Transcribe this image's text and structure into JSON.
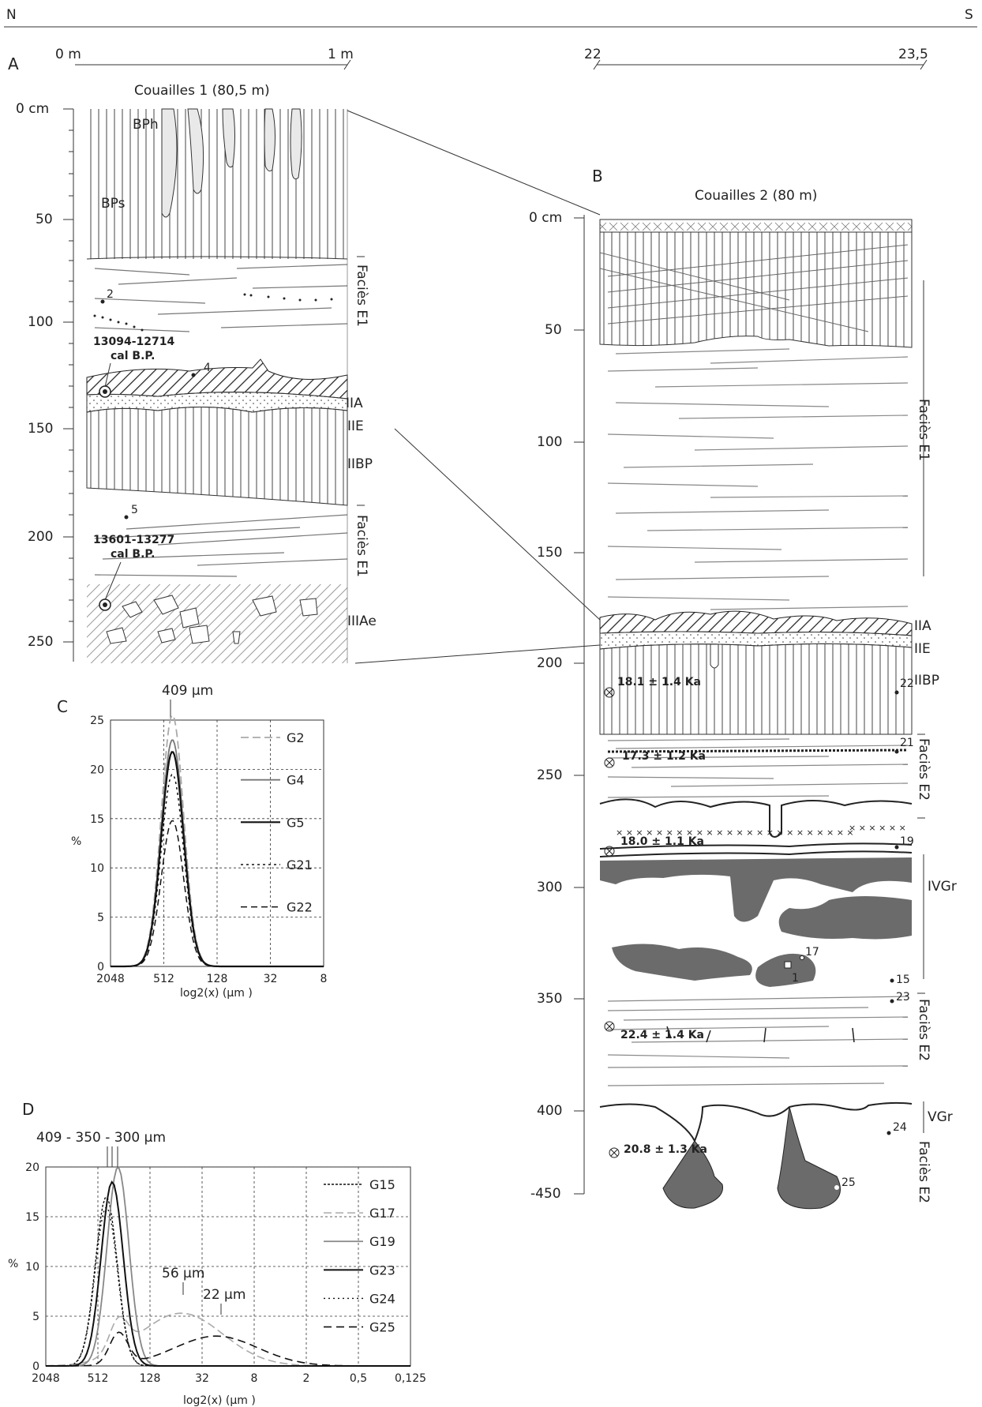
{
  "orientation": {
    "north": "N",
    "south": "S"
  },
  "scale_a": {
    "start": "0 m",
    "end": "1 m"
  },
  "scale_b": {
    "start": "22",
    "end": "23,5"
  },
  "panel_a": {
    "letter": "A",
    "title": "Couailles 1 (80,5 m)",
    "depth_labels": [
      "0 cm",
      "50",
      "100",
      "150",
      "200",
      "250"
    ],
    "layers": {
      "bph": "BPh",
      "bps": "BPs",
      "iia": "IIA",
      "iie": "IIE",
      "iibp": "IIBP",
      "iiiae": "IIIAe"
    },
    "facies_upper": "Faciès E1",
    "facies_lower": "Faciès E1",
    "samples": [
      "2",
      "4",
      "5"
    ],
    "date1": {
      "line1": "13094-12714",
      "line2": "cal B.P."
    },
    "date2": {
      "line1": "13601-13277",
      "line2": "cal B.P."
    }
  },
  "panel_b": {
    "letter": "B",
    "title": "Couailles 2 (80 m)",
    "depth_labels": [
      "0 cm",
      "50",
      "100",
      "150",
      "200",
      "250",
      "300",
      "350",
      "400",
      "-450"
    ],
    "layers": {
      "iia": "IIA",
      "iie": "IIE",
      "iibp": "IIBP",
      "ivgr": "IVGr",
      "vgr": "VGr"
    },
    "facies": [
      "Faciès E1",
      "Faciès E2",
      "Faciès E2",
      "Faciès E2"
    ],
    "samples": [
      "22",
      "21",
      "19",
      "17",
      "1",
      "15",
      "23",
      "24",
      "25"
    ],
    "dates": [
      "18.1 ± 1.4 Ka",
      "17.3 ± 1.2 Ka",
      "18.0 ± 1.1 Ka",
      "22.4 ± 1.4 Ka",
      "20.8 ± 1.3 Ka"
    ]
  },
  "chart_data": [
    {
      "type": "line",
      "letter": "C",
      "peak_label": "409  µm",
      "xlabel": "log2(x) (µm )",
      "ylabel": "%",
      "x_ticks": [
        "2048",
        "512",
        "128",
        "32",
        "8"
      ],
      "y_ticks": [
        "0",
        "5",
        "10",
        "15",
        "20",
        "25"
      ],
      "ylim": [
        0,
        25
      ],
      "grid": true,
      "legend_position": "right",
      "series": [
        {
          "name": "G2",
          "peak_um": 409,
          "peak_value": 25.5
        },
        {
          "name": "G4",
          "peak_um": 409,
          "peak_value": 23
        },
        {
          "name": "G5",
          "peak_um": 409,
          "peak_value": 21.8
        },
        {
          "name": "G21",
          "peak_um": 409,
          "peak_value": 19.5
        },
        {
          "name": "G22",
          "peak_um": 409,
          "peak_value": 14.8
        }
      ]
    },
    {
      "type": "line",
      "letter": "D",
      "peak_label": "409 - 350 - 300 µm",
      "annotations": [
        "56 µm",
        "22 µm"
      ],
      "xlabel": "log2(x) (µm )",
      "ylabel": "%",
      "x_ticks": [
        "2048",
        "512",
        "128",
        "32",
        "8",
        "2",
        "0,5",
        "0,125"
      ],
      "y_ticks": [
        "0",
        "5",
        "10",
        "15",
        "20"
      ],
      "ylim": [
        0,
        20
      ],
      "grid": true,
      "legend_position": "right",
      "series": [
        {
          "name": "G15",
          "peak_um": 409,
          "peak_value": 17
        },
        {
          "name": "G17",
          "peak_um": 56,
          "peak_value": 5.3
        },
        {
          "name": "G19",
          "peak_um": 300,
          "peak_value": 20
        },
        {
          "name": "G23",
          "peak_um": 350,
          "peak_value": 18.5
        },
        {
          "name": "G24",
          "peak_um": 409,
          "peak_value": 16
        },
        {
          "name": "G25",
          "peak_um": 22,
          "peak_value": 3
        }
      ]
    }
  ]
}
